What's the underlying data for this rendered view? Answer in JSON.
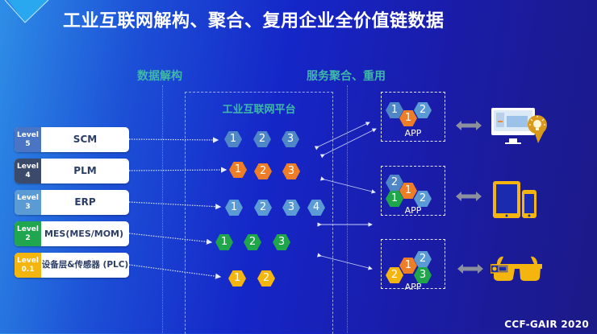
{
  "title": "工业互联网解构、聚合、复用企业全价值链数据",
  "sections": {
    "left_label": "数据解构",
    "right_label": "服务聚合、重用"
  },
  "platform": {
    "title": "工业互联网平台"
  },
  "levels": [
    {
      "badge_line1": "Level",
      "badge_line2": "5",
      "name": "SCM",
      "color": "#4a74c4"
    },
    {
      "badge_line1": "Level",
      "badge_line2": "4",
      "name": "PLM",
      "color": "#3b4a6b"
    },
    {
      "badge_line1": "Level",
      "badge_line2": "3",
      "name": "ERP",
      "color": "#5b9bd5"
    },
    {
      "badge_line1": "Level",
      "badge_line2": "2",
      "name": "MES(MES/MOM)",
      "color": "#21a650"
    },
    {
      "badge_line1": "Level",
      "badge_line2": "0.1",
      "name": "设备层&传感器 (PLC)",
      "color": "#f5b50f"
    }
  ],
  "hex_rows": [
    {
      "color": "#4f86c6",
      "items": [
        "1",
        "2",
        "3"
      ]
    },
    {
      "color": "#ee7d27",
      "items": [
        "1",
        "2",
        "3"
      ]
    },
    {
      "color": "#5b9bd5",
      "items": [
        "1",
        "2",
        "3",
        "4"
      ]
    },
    {
      "color": "#1fa64b",
      "items": [
        "1",
        "2",
        "3"
      ]
    },
    {
      "color": "#f5b50f",
      "items": [
        "1",
        "2"
      ]
    }
  ],
  "apps": [
    {
      "label": "APP",
      "hexes": [
        {
          "n": "1",
          "color": "#4f86c6"
        },
        {
          "n": "1",
          "color": "#ee7d27"
        },
        {
          "n": "2",
          "color": "#5b9bd5"
        }
      ],
      "device": "monitor-with-lightbulb"
    },
    {
      "label": "APP",
      "hexes": [
        {
          "n": "2",
          "color": "#4f86c6"
        },
        {
          "n": "1",
          "color": "#ee7d27"
        },
        {
          "n": "1",
          "color": "#1fa64b"
        },
        {
          "n": "2",
          "color": "#5b9bd5"
        }
      ],
      "device": "tablet-and-phone"
    },
    {
      "label": "APP",
      "hexes": [
        {
          "n": "2",
          "color": "#5b9bd5"
        },
        {
          "n": "1",
          "color": "#ee7d27"
        },
        {
          "n": "2",
          "color": "#f5b50f"
        },
        {
          "n": "3",
          "color": "#1fa64b"
        }
      ],
      "device": "smart-glasses"
    }
  ],
  "colors": {
    "accent_teal": "#3fb8a8",
    "device_gold": "#f5b50f",
    "arrow_gray": "#8c8f9e"
  },
  "footer": "CCF-GAIR 2020"
}
